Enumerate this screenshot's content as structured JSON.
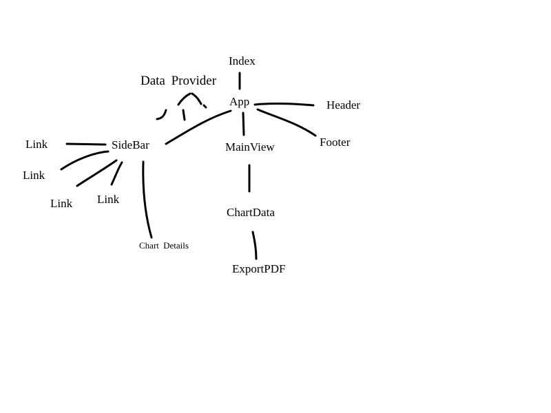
{
  "diagram": {
    "nodes": {
      "index": "Index",
      "data_provider": "Data  Provider",
      "app": "App",
      "header": "Header",
      "sidebar": "SideBar",
      "link_1": "Link",
      "link_2": "Link",
      "link_3": "Link",
      "link_4": "Link",
      "main_view": "MainView",
      "footer": "Footer",
      "chart_data": "ChartData",
      "chart_details": "Chart  Details",
      "export_pdf": "ExportPDF"
    },
    "edges": [
      [
        "index",
        "app"
      ],
      [
        "app",
        "header"
      ],
      [
        "app",
        "footer"
      ],
      [
        "app",
        "main_view"
      ],
      [
        "app",
        "sidebar"
      ],
      [
        "sidebar",
        "link_1"
      ],
      [
        "sidebar",
        "link_2"
      ],
      [
        "sidebar",
        "link_3"
      ],
      [
        "sidebar",
        "link_4"
      ],
      [
        "sidebar",
        "chart_details"
      ],
      [
        "main_view",
        "chart_data"
      ],
      [
        "chart_data",
        "export_pdf"
      ]
    ],
    "dashed_edges": [
      [
        "data_provider",
        "app"
      ],
      [
        "data_provider",
        "sidebar"
      ]
    ],
    "line_color": "#000000",
    "background_color": "#ffffff"
  }
}
